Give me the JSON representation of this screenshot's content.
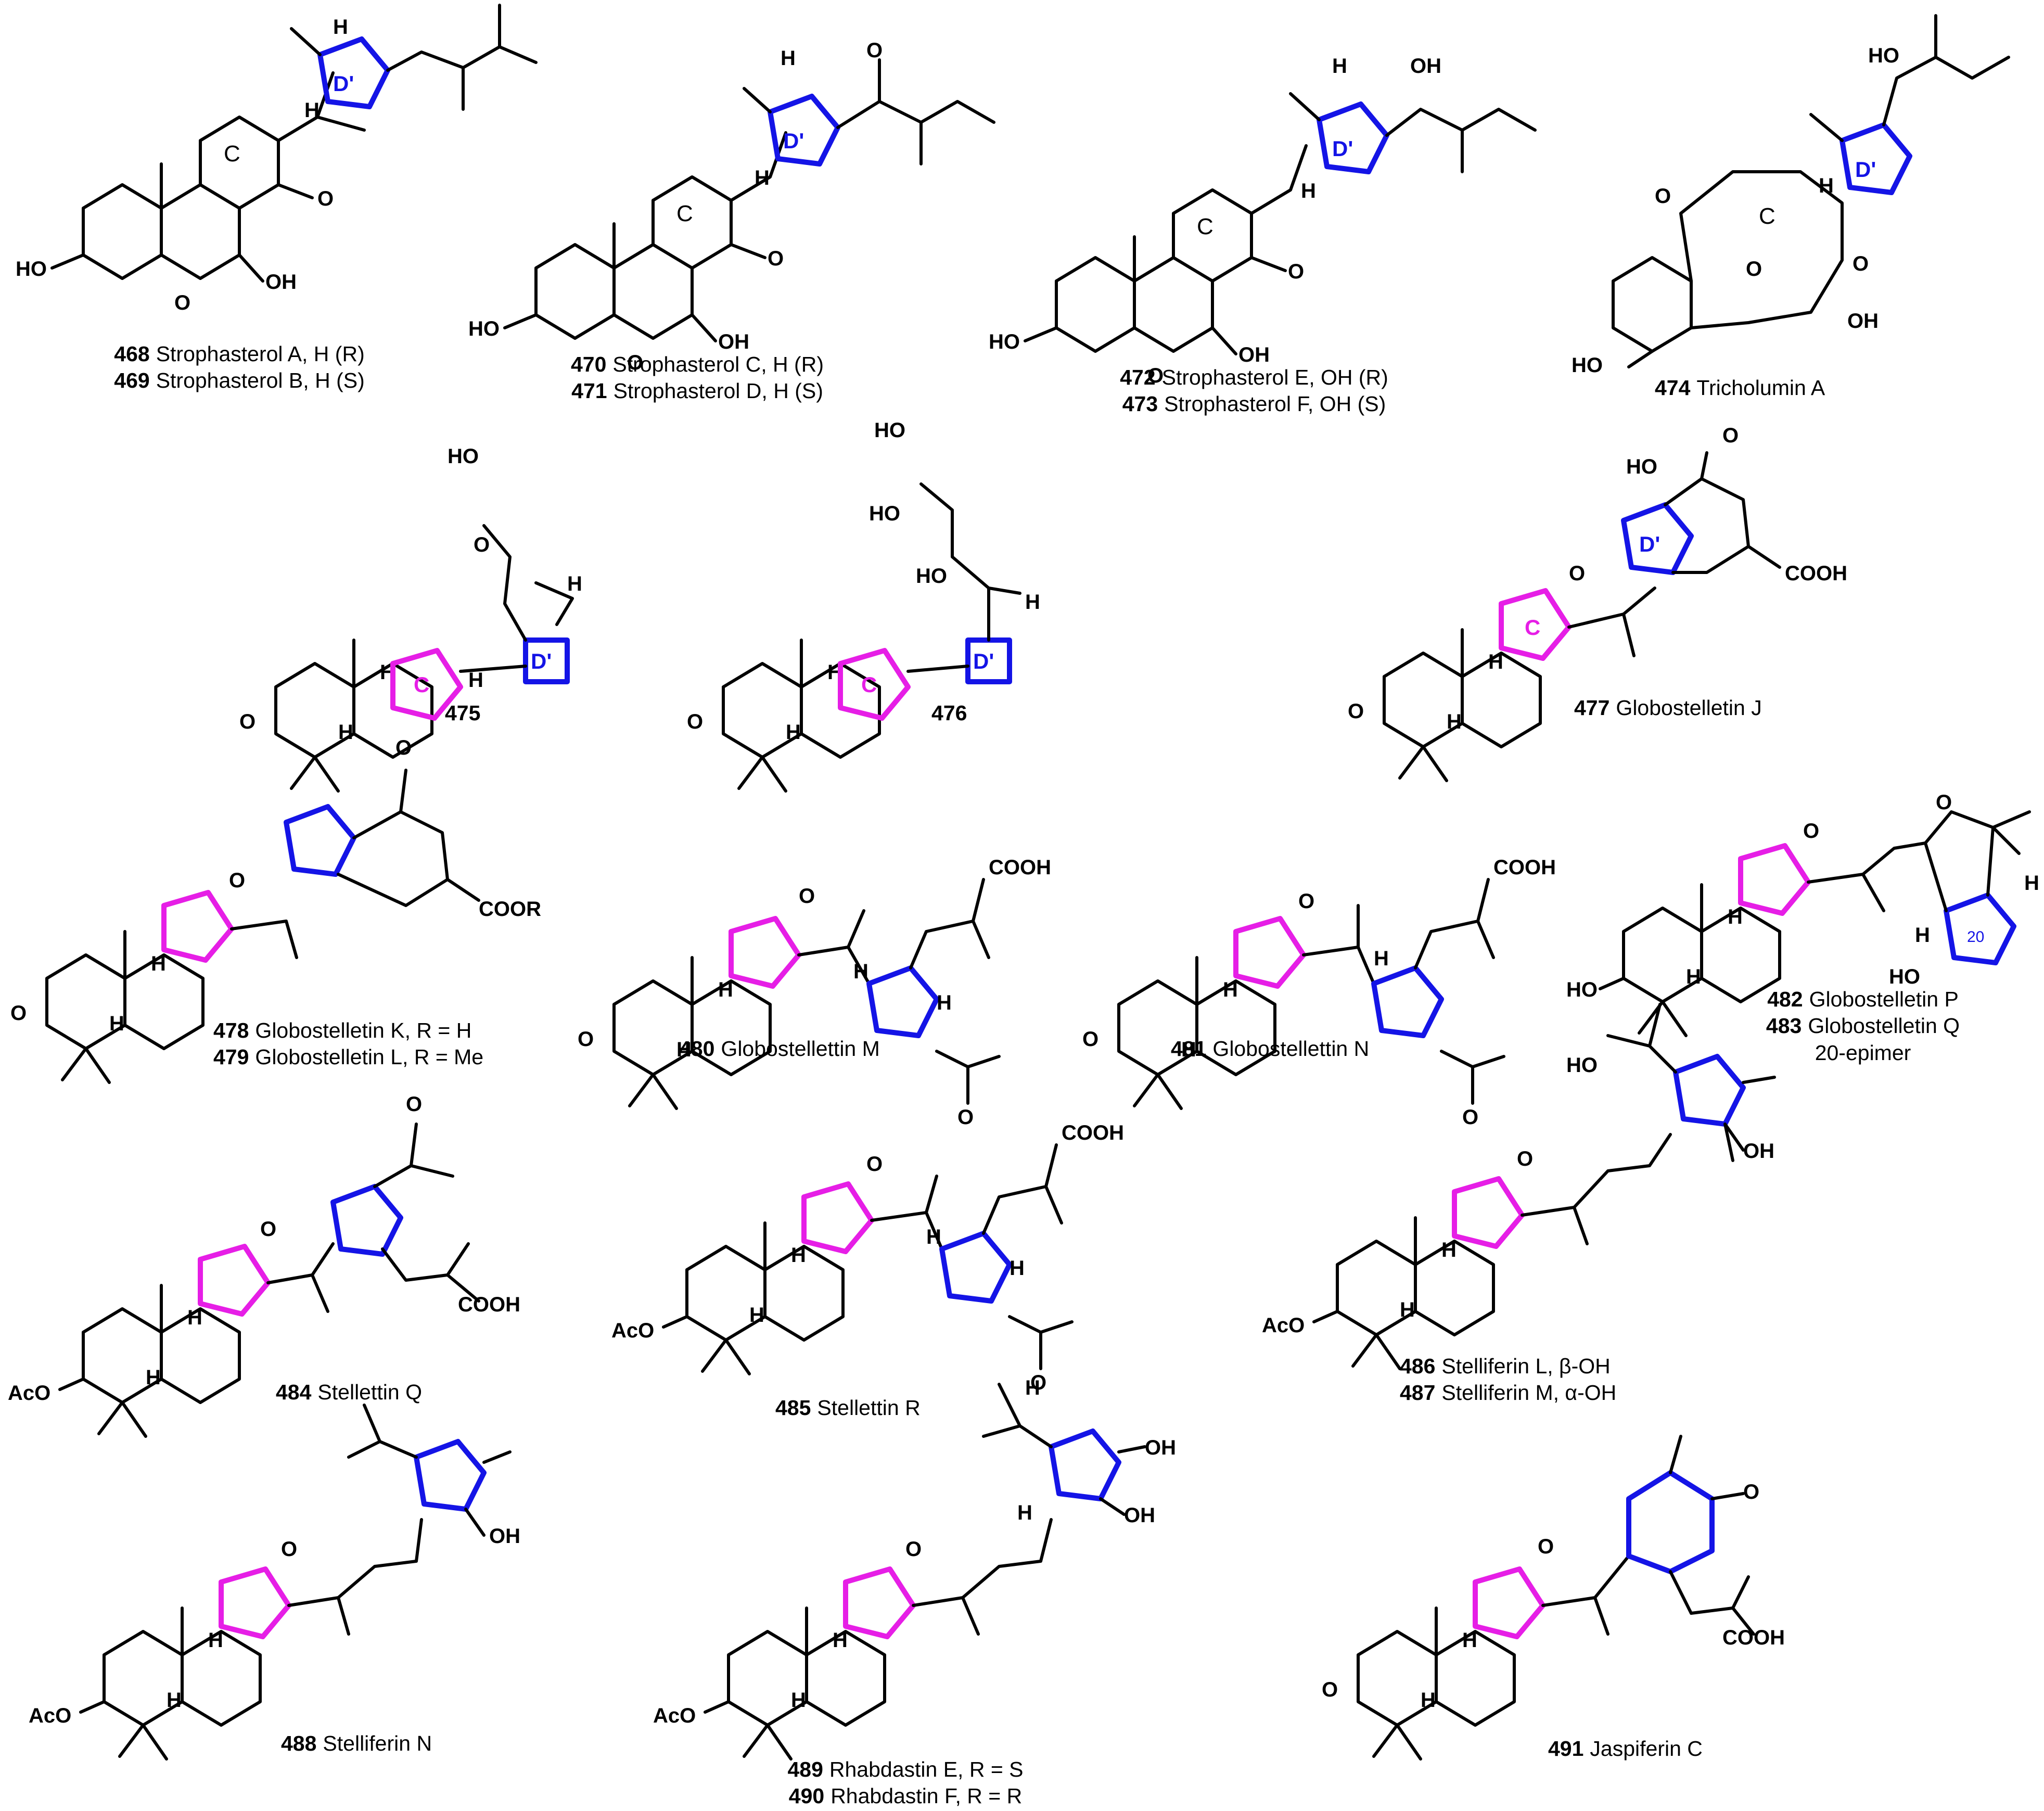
{
  "ring_labels": {
    "c": "C",
    "d_prime": "D'",
    "position_20": "20"
  },
  "atom_labels": {
    "oh": "OH",
    "ho": "HO",
    "h": "H",
    "o": "O",
    "aco": "AcO",
    "cooh": "COOH",
    "coor": "COOR"
  },
  "compounds": [
    {
      "lines": [
        {
          "num": "468",
          "text": "Strophasterol A, H (R)"
        },
        {
          "num": "469",
          "text": "Strophasterol B, H (S)"
        }
      ]
    },
    {
      "lines": [
        {
          "num": "470",
          "text": "Strophasterol C, H (R)"
        },
        {
          "num": "471",
          "text": "Strophasterol D, H (S)"
        }
      ]
    },
    {
      "lines": [
        {
          "num": "472",
          "text": "Strophasterol E, OH (R)"
        },
        {
          "num": "473",
          "text": "Strophasterol F, OH (S)"
        }
      ]
    },
    {
      "lines": [
        {
          "num": "474",
          "text": "Tricholumin A"
        }
      ]
    },
    {
      "lines": [
        {
          "num": "475",
          "text": ""
        }
      ]
    },
    {
      "lines": [
        {
          "num": "476",
          "text": ""
        }
      ]
    },
    {
      "lines": [
        {
          "num": "477",
          "text": "Globostelletin J"
        }
      ]
    },
    {
      "lines": [
        {
          "num": "478",
          "text": "Globostelletin K, R = H"
        },
        {
          "num": "479",
          "text": "Globostelletin L, R = Me"
        }
      ]
    },
    {
      "lines": [
        {
          "num": "480",
          "text": "Globostellettin M"
        }
      ]
    },
    {
      "lines": [
        {
          "num": "481",
          "text": "Globostellettin N"
        }
      ]
    },
    {
      "lines": [
        {
          "num": "482",
          "text": "Globostelletin P"
        },
        {
          "num": "483",
          "text": "Globostelletin Q"
        },
        {
          "num": "",
          "text": "20-epimer"
        }
      ]
    },
    {
      "lines": [
        {
          "num": "484",
          "text": "Stellettin Q"
        }
      ]
    },
    {
      "lines": [
        {
          "num": "485",
          "text": "Stellettin R"
        }
      ]
    },
    {
      "lines": [
        {
          "num": "486",
          "text": "Stelliferin L, β-OH"
        },
        {
          "num": "487",
          "text": "Stelliferin M, α-OH"
        }
      ]
    },
    {
      "lines": [
        {
          "num": "488",
          "text": "Stelliferin N"
        }
      ]
    },
    {
      "lines": [
        {
          "num": "489",
          "text": "Rhabdastin E, R = S"
        },
        {
          "num": "490",
          "text": "Rhabdastin F, R = R"
        }
      ]
    },
    {
      "lines": [
        {
          "num": "491",
          "text": "Jaspiferin C"
        }
      ]
    }
  ]
}
